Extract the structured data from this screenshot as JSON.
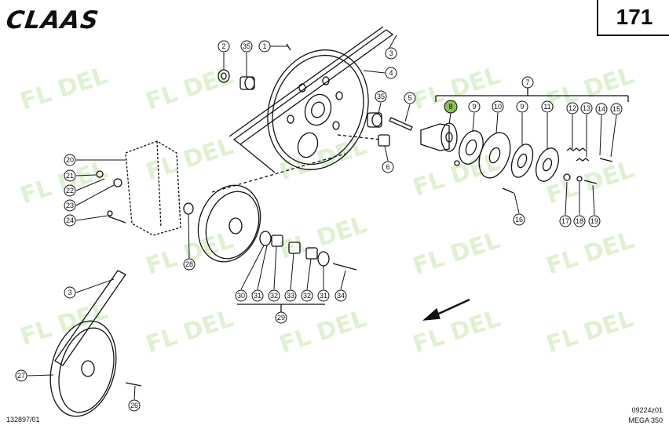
{
  "header": {
    "brand": "CLAAS",
    "page_number": "171"
  },
  "footer": {
    "document_number": "132897/01",
    "drawing_code": "09224z01",
    "model": "MEGA 350"
  },
  "watermark": {
    "text": "FL DEL",
    "color": "#d9efc8"
  },
  "highlight_color": "#8bc34a",
  "callouts": [
    {
      "id": "c1",
      "label": "1"
    },
    {
      "id": "c2",
      "label": "2"
    },
    {
      "id": "c35a",
      "label": "35"
    },
    {
      "id": "c3a",
      "label": "3"
    },
    {
      "id": "c4",
      "label": "4"
    },
    {
      "id": "c35b",
      "label": "35"
    },
    {
      "id": "c5",
      "label": "5"
    },
    {
      "id": "c6",
      "label": "6"
    },
    {
      "id": "c7",
      "label": "7"
    },
    {
      "id": "c8",
      "label": "8"
    },
    {
      "id": "c9a",
      "label": "9"
    },
    {
      "id": "c10",
      "label": "10"
    },
    {
      "id": "c9b",
      "label": "9"
    },
    {
      "id": "c11",
      "label": "11"
    },
    {
      "id": "c12",
      "label": "12"
    },
    {
      "id": "c13",
      "label": "13"
    },
    {
      "id": "c14",
      "label": "14"
    },
    {
      "id": "c15",
      "label": "15"
    },
    {
      "id": "c16",
      "label": "16"
    },
    {
      "id": "c17",
      "label": "17"
    },
    {
      "id": "c18",
      "label": "18"
    },
    {
      "id": "c19",
      "label": "19"
    },
    {
      "id": "c20",
      "label": "20"
    },
    {
      "id": "c21",
      "label": "21"
    },
    {
      "id": "c22",
      "label": "22"
    },
    {
      "id": "c23",
      "label": "23"
    },
    {
      "id": "c24",
      "label": "24"
    },
    {
      "id": "c28",
      "label": "28"
    },
    {
      "id": "c30",
      "label": "30"
    },
    {
      "id": "c31a",
      "label": "31"
    },
    {
      "id": "c32a",
      "label": "32"
    },
    {
      "id": "c33",
      "label": "33"
    },
    {
      "id": "c32b",
      "label": "32"
    },
    {
      "id": "c31b",
      "label": "31"
    },
    {
      "id": "c34",
      "label": "34"
    },
    {
      "id": "c29",
      "label": "29"
    },
    {
      "id": "c3b",
      "label": "3"
    },
    {
      "id": "c27",
      "label": "27"
    },
    {
      "id": "c26",
      "label": "26"
    }
  ]
}
